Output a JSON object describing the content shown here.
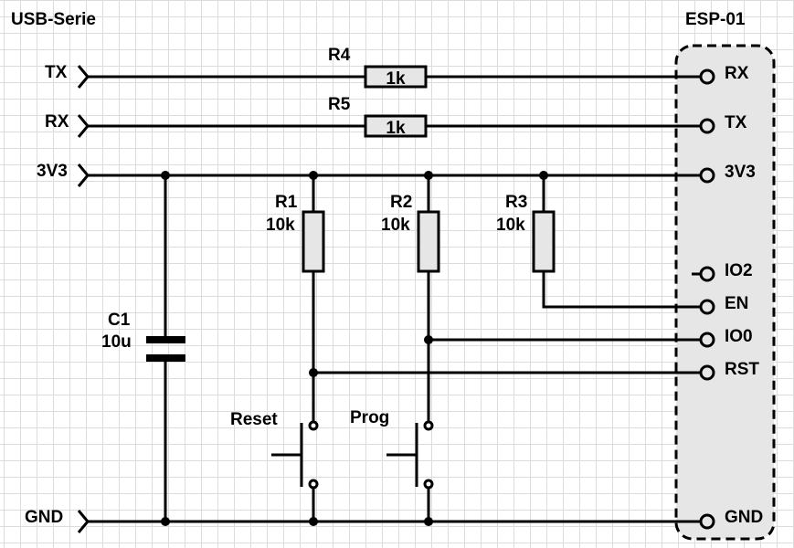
{
  "title_left": "USB-Serie",
  "title_right": "ESP-01",
  "inputs": {
    "tx": "TX",
    "rx": "RX",
    "v33": "3V3",
    "gnd": "GND"
  },
  "esp_pins": {
    "rx": "RX",
    "tx": "TX",
    "v33": "3V3",
    "io2": "IO2",
    "en": "EN",
    "io0": "IO0",
    "rst": "RST",
    "gnd": "GND"
  },
  "resistors": {
    "r4": {
      "name": "R4",
      "value": "1k"
    },
    "r5": {
      "name": "R5",
      "value": "1k"
    },
    "r1": {
      "name": "R1",
      "value": "10k"
    },
    "r2": {
      "name": "R2",
      "value": "10k"
    },
    "r3": {
      "name": "R3",
      "value": "10k"
    }
  },
  "capacitor": {
    "name": "C1",
    "value": "10u"
  },
  "buttons": {
    "reset": "Reset",
    "prog": "Prog"
  },
  "colors": {
    "module_fill": "#e6e6e6",
    "grid": "#dcdcdc",
    "wire": "#000000"
  }
}
